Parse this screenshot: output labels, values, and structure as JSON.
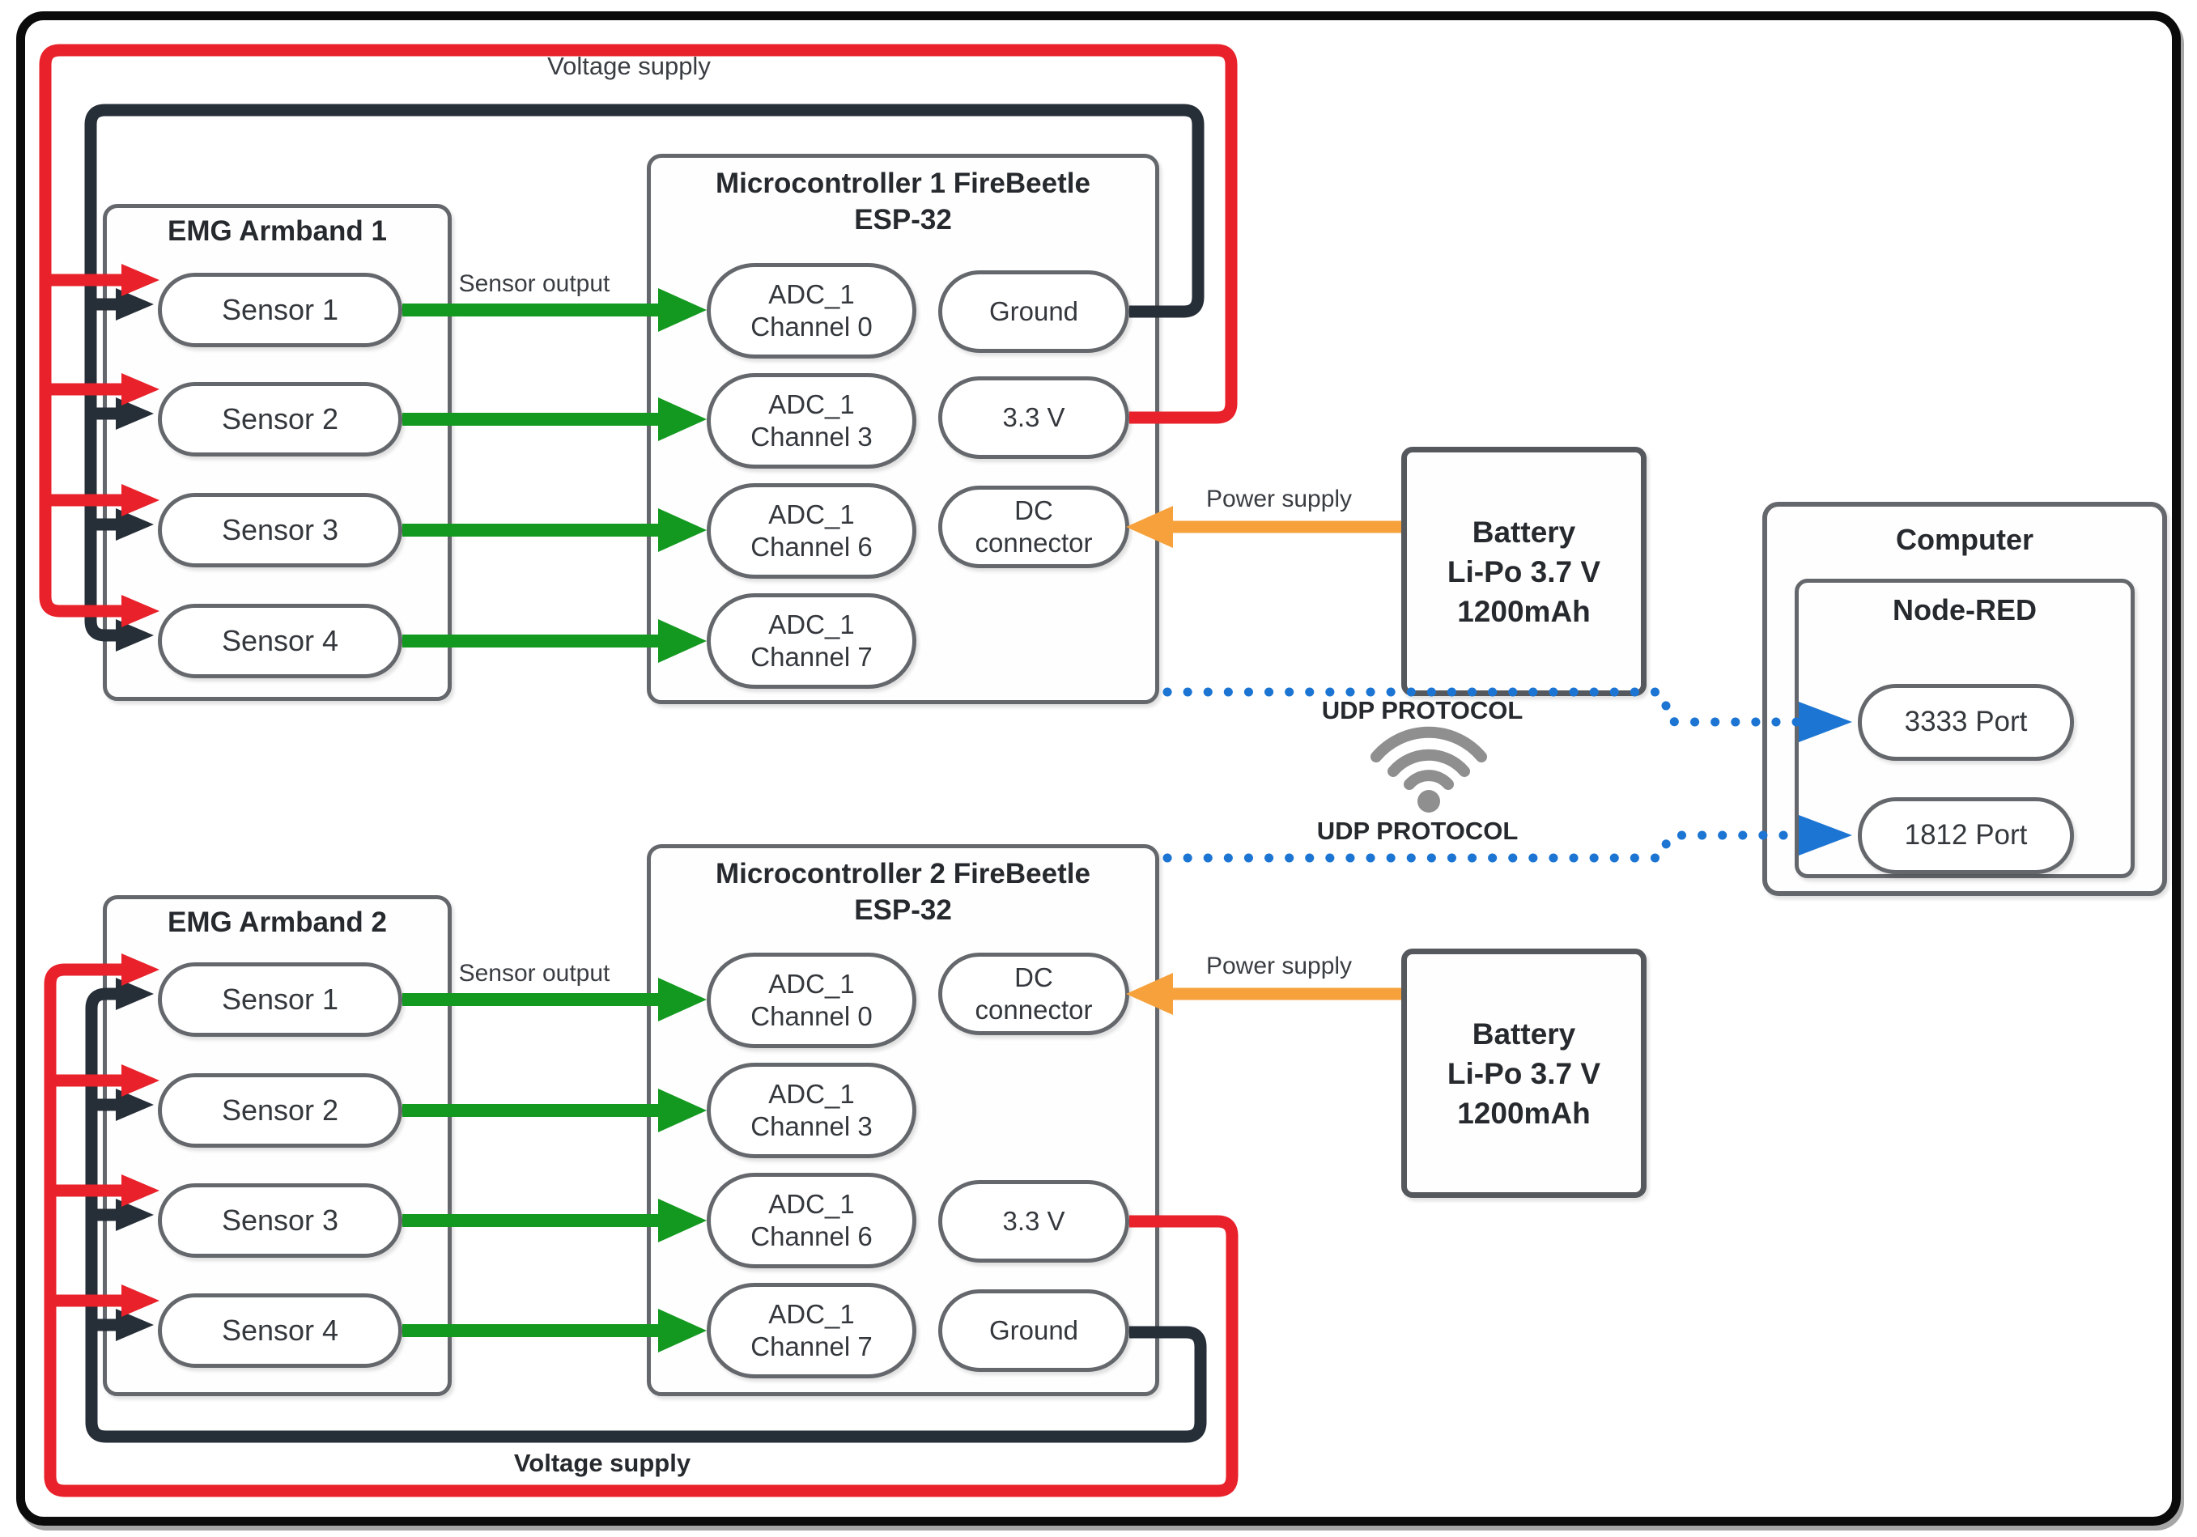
{
  "labels": {
    "voltage_supply_top": "Voltage supply",
    "voltage_supply_bottom": "Voltage supply",
    "sensor_output": "Sensor output",
    "power_supply": "Power supply",
    "udp": "UDP PROTOCOL"
  },
  "armbands": [
    {
      "title": "EMG Armband 1",
      "sensors": [
        "Sensor 1",
        "Sensor 2",
        "Sensor 3",
        "Sensor 4"
      ]
    },
    {
      "title": "EMG Armband 2",
      "sensors": [
        "Sensor 1",
        "Sensor 2",
        "Sensor 3",
        "Sensor 4"
      ]
    }
  ],
  "mcus": [
    {
      "title": "Microcontroller 1 FireBeetle",
      "subtitle": "ESP-32",
      "channels": [
        {
          "lines": [
            "ADC_1",
            "Channel 0"
          ]
        },
        {
          "lines": [
            "ADC_1",
            "Channel 3"
          ]
        },
        {
          "lines": [
            "ADC_1",
            "Channel 6"
          ]
        },
        {
          "lines": [
            "ADC_1",
            "Channel 7"
          ]
        }
      ],
      "pins": [
        {
          "lines": [
            "Ground"
          ]
        },
        {
          "lines": [
            "3.3 V"
          ]
        },
        {
          "lines": [
            "DC",
            "connector"
          ]
        }
      ]
    },
    {
      "title": "Microcontroller 2 FireBeetle",
      "subtitle": "ESP-32",
      "channels": [
        {
          "lines": [
            "ADC_1",
            "Channel 0"
          ]
        },
        {
          "lines": [
            "ADC_1",
            "Channel 3"
          ]
        },
        {
          "lines": [
            "ADC_1",
            "Channel 6"
          ]
        },
        {
          "lines": [
            "ADC_1",
            "Channel 7"
          ]
        }
      ],
      "pins": [
        {
          "lines": [
            "DC",
            "connector"
          ]
        },
        {
          "lines": [
            "3.3 V"
          ]
        },
        {
          "lines": [
            "Ground"
          ]
        }
      ]
    }
  ],
  "batteries": [
    {
      "lines": [
        "Battery",
        "Li-Po 3.7 V",
        "1200mAh"
      ]
    },
    {
      "lines": [
        "Battery",
        "Li-Po 3.7 V",
        "1200mAh"
      ]
    }
  ],
  "computer": {
    "title": "Computer",
    "node_red": "Node-RED",
    "ports": [
      "3333 Port",
      "1812 Port"
    ]
  },
  "icons": {
    "wifi": "wifi-icon"
  },
  "colors": {
    "voltage_wire": "#e8212a",
    "ground_wire": "#262e38",
    "sensor_wire": "#13991f",
    "power_wire": "#f6a13c",
    "udp_wire": "#1c75d3",
    "box_border": "#64676b",
    "wifi_gray": "#8f8f8f",
    "text": "#34383d"
  }
}
